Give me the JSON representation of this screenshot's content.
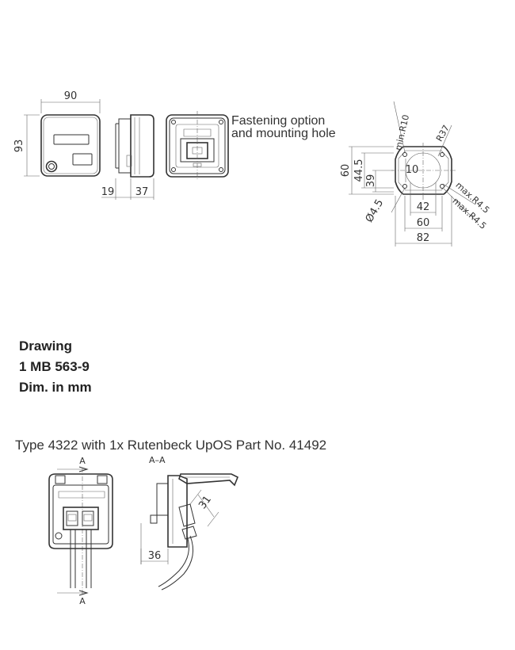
{
  "top_view": {
    "dim_width": "90",
    "dim_height": "93",
    "dim_depth_a": "19",
    "dim_depth_b": "37"
  },
  "mounting": {
    "title_line1": "Fastening option",
    "title_line2": "and mounting hole",
    "dim_min_r10": "min.R10",
    "dim_r37": "R37",
    "dim_60_v": "60",
    "dim_44_5": "44.5",
    "dim_39": "39",
    "dim_10": "10",
    "dim_d4_5": "Ø4.5",
    "dim_42": "42",
    "dim_60_h": "60",
    "dim_82": "82",
    "dim_max_r4_5_a": "max.R4.5",
    "dim_max_r4_5_b": "max.R4.5"
  },
  "caption": {
    "line1": "Drawing",
    "line2": "1 MB 563-9",
    "line3": "Dim. in mm"
  },
  "bottom": {
    "title": "Type 4322 with 1x Rutenbeck UpOS Part No. 41492",
    "section_label": "A–A",
    "mark_a_top": "A",
    "mark_a_bottom": "A",
    "dim_31": "31",
    "dim_36": "36"
  }
}
